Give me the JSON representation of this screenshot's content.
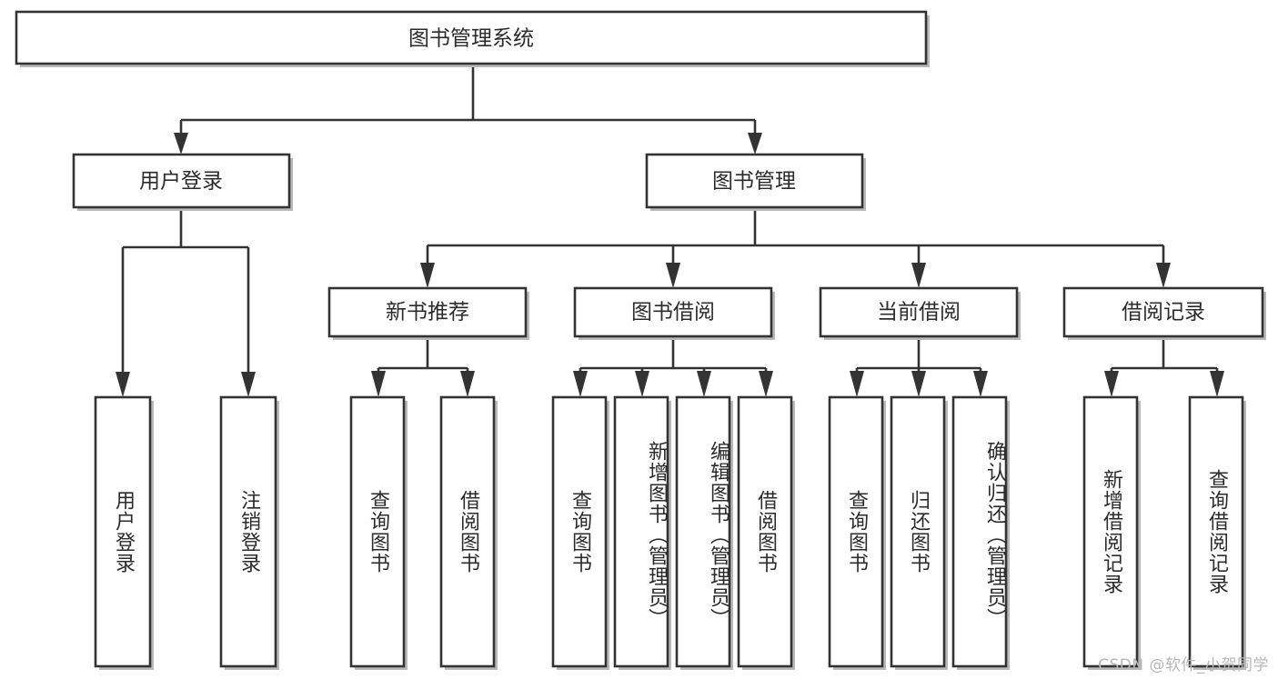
{
  "diagram": {
    "type": "hierarchy-tree",
    "title": "图书管理系统",
    "root": {
      "id": "root",
      "label": "图书管理系统",
      "orientation": "horizontal"
    },
    "level1": [
      {
        "id": "user-login",
        "label": "用户登录",
        "orientation": "horizontal"
      },
      {
        "id": "book-management",
        "label": "图书管理",
        "orientation": "horizontal"
      }
    ],
    "level2": [
      {
        "id": "new-book-recommend",
        "label": "新书推荐",
        "orientation": "horizontal",
        "parent": "book-management"
      },
      {
        "id": "book-borrow",
        "label": "图书借阅",
        "orientation": "horizontal",
        "parent": "book-management"
      },
      {
        "id": "current-borrow",
        "label": "当前借阅",
        "orientation": "horizontal",
        "parent": "book-management"
      },
      {
        "id": "borrow-record",
        "label": "借阅记录",
        "orientation": "horizontal",
        "parent": "book-management"
      }
    ],
    "leaves": [
      {
        "id": "leaf-user-login",
        "label": "用户登录",
        "orientation": "vertical",
        "parent": "user-login"
      },
      {
        "id": "leaf-user-logout",
        "label": "注销登录",
        "orientation": "vertical",
        "parent": "user-login"
      },
      {
        "id": "leaf-query-book-1",
        "label": "查询图书",
        "orientation": "vertical",
        "parent": "new-book-recommend"
      },
      {
        "id": "leaf-borrow-book-1",
        "label": "借阅图书",
        "orientation": "vertical",
        "parent": "new-book-recommend"
      },
      {
        "id": "leaf-query-book-2",
        "label": "查询图书",
        "orientation": "vertical",
        "parent": "book-borrow"
      },
      {
        "id": "leaf-add-book",
        "label": "新增图书（管理员）",
        "orientation": "vertical",
        "parent": "book-borrow"
      },
      {
        "id": "leaf-edit-book",
        "label": "编辑图书（管理员）",
        "orientation": "vertical",
        "parent": "book-borrow"
      },
      {
        "id": "leaf-borrow-book-2",
        "label": "借阅图书",
        "orientation": "vertical",
        "parent": "book-borrow"
      },
      {
        "id": "leaf-query-book-3",
        "label": "查询图书",
        "orientation": "vertical",
        "parent": "current-borrow"
      },
      {
        "id": "leaf-return-book",
        "label": "归还图书",
        "orientation": "vertical",
        "parent": "current-borrow"
      },
      {
        "id": "leaf-confirm-return",
        "label": "确认归还（管理员）",
        "orientation": "vertical",
        "parent": "current-borrow"
      },
      {
        "id": "leaf-add-record",
        "label": "新增借阅记录",
        "orientation": "vertical",
        "parent": "borrow-record"
      },
      {
        "id": "leaf-query-record",
        "label": "查询借阅记录",
        "orientation": "vertical",
        "parent": "borrow-record"
      }
    ]
  },
  "watermark": {
    "text": "CSDN @软件_小贺同学"
  },
  "colors": {
    "box_stroke": "#333333",
    "box_fill": "#ffffff",
    "text": "#2b2b2b",
    "connector": "#333333",
    "watermark": "#b7b7b7",
    "background": "#ffffff"
  }
}
